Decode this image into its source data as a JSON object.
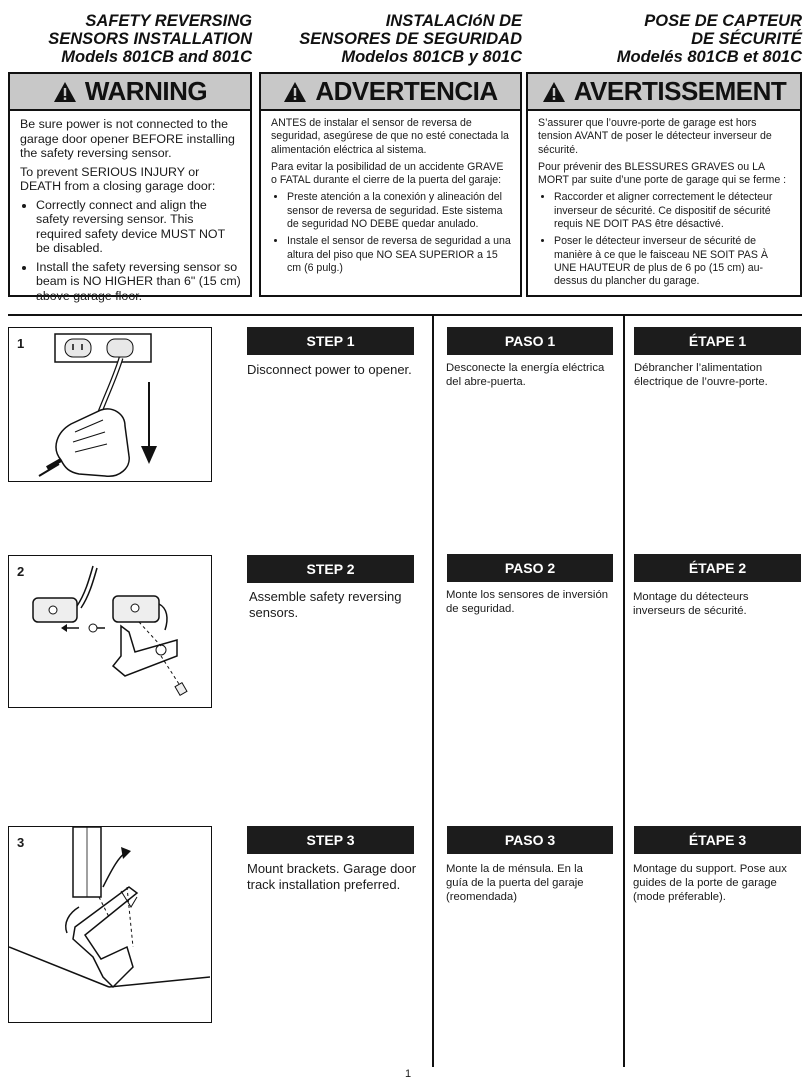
{
  "titles": {
    "en": [
      "SAFETY REVERSING",
      "SENSORS INSTALLATION",
      "Models 801CB and 801C"
    ],
    "es": [
      "INSTALACIóN DE",
      "SENSORES DE SEGURIDAD",
      "Modelos 801CB y 801C"
    ],
    "fr": [
      "POSE DE CAPTEUR",
      "DE SÉCURITÉ",
      "Modelés 801CB et 801C"
    ]
  },
  "warnings": {
    "en": {
      "heading": "WARNING",
      "intro": "Be sure power is not connected to the garage door opener BEFORE installing the safety reversing sensor.",
      "lead": "To prevent SERIOUS INJURY or DEATH from a closing garage door:",
      "bullets": [
        "Correctly connect and align the safety reversing sensor. This required safety device MUST NOT be disabled.",
        "Install the safety reversing sensor so beam is NO HIGHER than 6\" (15 cm) above garage floor."
      ]
    },
    "es": {
      "heading": "ADVERTENCIA",
      "intro": "ANTES de instalar el sensor de reversa de seguridad, asegúrese de que no esté conectada la alimentación eléctrica al sistema.",
      "lead": "Para evitar la posibilidad de un accidente GRAVE o FATAL durante el cierre de la puerta del garaje:",
      "bullets": [
        "Preste atención a la conexión y alineación del sensor de reversa de seguridad. Este sistema de seguridad NO DEBE quedar anulado.",
        "Instale el sensor de reversa de seguridad a una altura del piso que NO SEA SUPERIOR a 15 cm (6 pulg.)"
      ]
    },
    "fr": {
      "heading": "AVERTISSEMENT",
      "intro": "S’assurer que l’ouvre-porte de garage est hors tension AVANT de poser le détecteur inverseur de sécurité.",
      "lead": "Pour prévenir des BLESSURES GRAVES ou LA MORT par suite d’une porte de garage qui se ferme :",
      "bullets": [
        "Raccorder et aligner correctement le détecteur inverseur de sécurité. Ce dispositif de sécurité requis NE DOIT PAS être désactivé.",
        "Poser le détecteur inverseur de sécurité de manière à ce que le faisceau NE SOIT PAS À UNE HAUTEUR de plus de 6 po (15 cm) au-dessus du plancher du garage."
      ]
    }
  },
  "steps": [
    {
      "num": "1",
      "en_label": "STEP 1",
      "en_text": "Disconnect power to opener.",
      "es_label": "PASO 1",
      "es_text": "Desconecte la energía eléctrica del abre-puerta.",
      "fr_label": "ÉTAPE 1",
      "fr_text": "Débrancher l’alimentation électrique de l’ouvre-porte."
    },
    {
      "num": "2",
      "en_label": "STEP 2",
      "en_text": "Assemble safety reversing sensors.",
      "es_label": "PASO 2",
      "es_text": "Monte los sensores de inversión de seguridad.",
      "fr_label": "ÉTAPE 2",
      "fr_text": "Montage du détecteurs inverseurs de sécurité."
    },
    {
      "num": "3",
      "en_label": "STEP 3",
      "en_text": "Mount brackets. Garage door track installation preferred.",
      "es_label": "PASO 3",
      "es_text": "Monte la de ménsula. En la guía de la puerta del garaje (reomendada)",
      "fr_label": "ÉTAPE 3",
      "fr_text": "Montage du support. Pose aux guides de la porte de garage (mode préferable)."
    }
  ],
  "page_number": "1"
}
